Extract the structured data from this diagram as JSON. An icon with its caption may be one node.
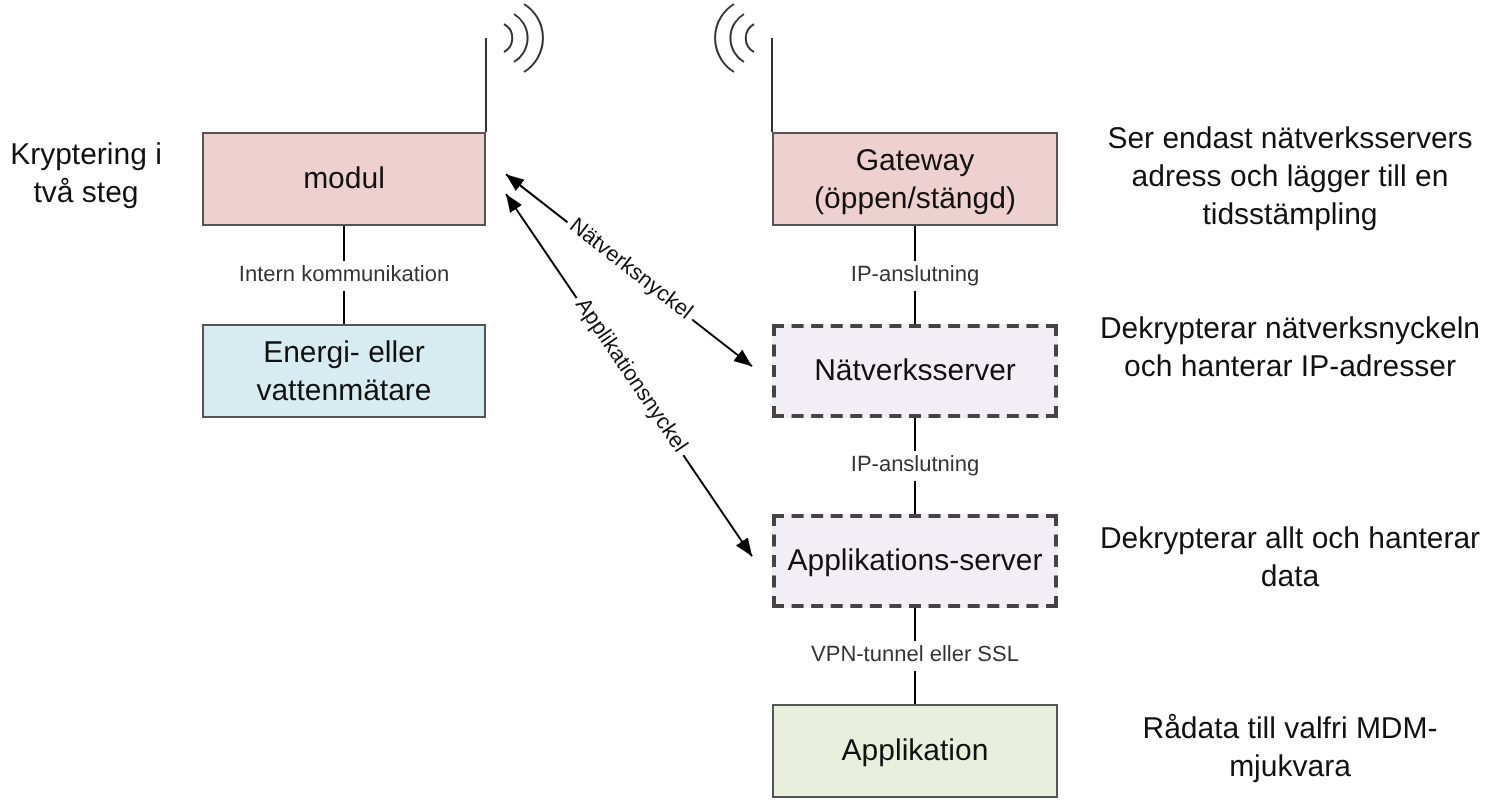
{
  "diagram": {
    "nodes": [
      {
        "text": [
          "modul"
        ],
        "beside": [
          "Kryptering i två steg"
        ]
      },
      {
        "text": [
          "Gateway (öppen/stängd)"
        ],
        "beside": [
          "Ser endast nätverksservers adress och lägger till en tidsstämpling"
        ]
      },
      {
        "text": [
          "Energi- eller vattenmätare"
        ]
      },
      {
        "text": [
          "Nätverksserver"
        ],
        "beside": [
          "Dekrypterar nätverksnyckeln och hanterar IP-adresser"
        ]
      },
      {
        "text": [
          "Applikations-server"
        ],
        "beside": [
          "Dekrypterar allt och hanterar data"
        ]
      },
      {
        "text": [
          "Applikation"
        ],
        "beside": [
          "Rådata till valfri MDM-mjukvara"
        ]
      }
    ],
    "edges": [
      {
        "from": 0,
        "to": 2,
        "arrow": "none",
        "label": "Intern kommunikation"
      },
      {
        "from": 1,
        "to": 3,
        "arrow": "none",
        "label": "IP-anslutning"
      },
      {
        "from": 3,
        "to": 4,
        "arrow": "none",
        "label": "IP-anslutning"
      },
      {
        "from": 4,
        "to": 5,
        "arrow": "none",
        "label": "VPN-tunnel eller SSL"
      },
      {
        "from": 0,
        "to": 3,
        "arrow": "both",
        "label": "Nätverksnyckel"
      },
      {
        "from": 0,
        "to": 4,
        "arrow": "both",
        "label": "Applikationsnyckel"
      }
    ]
  }
}
